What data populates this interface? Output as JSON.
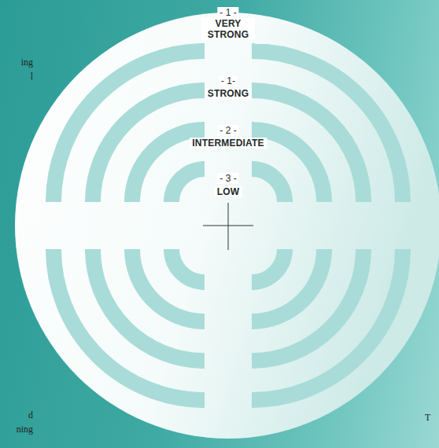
{
  "diagram": {
    "labels": [
      "- 1 -",
      "VERY STRONG",
      "- 1-",
      "STRONG",
      "- 2 -",
      "INTERMEDIATE",
      "- 3 -",
      "LOW",
      "ing",
      "l",
      "d",
      "ning",
      "T"
    ]
  }
}
